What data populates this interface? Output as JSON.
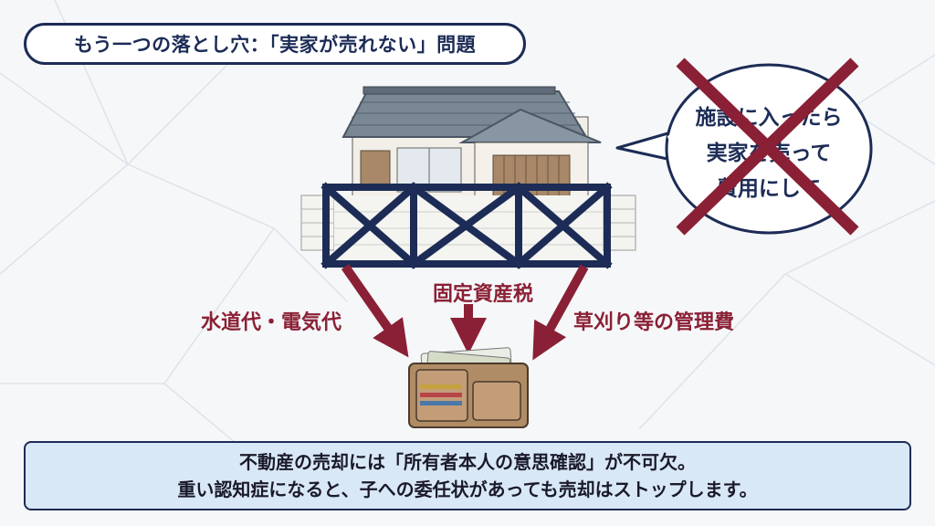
{
  "title": "もう一つの落とし穴：「実家が売れない」問題",
  "speech_bubble": {
    "lines": [
      "施設に入ったら",
      "実家を売って",
      "費用にして"
    ],
    "crossed_out": true
  },
  "costs": {
    "left": "水道代・電気代",
    "center": "固定資産税",
    "right": "草刈り等の管理費"
  },
  "info": {
    "line1": "不動産の売却には「所有者本人の意思確認」が不可欠。",
    "line2": "重い認知症になると、子への委任状があっても売却はストップします。"
  },
  "colors": {
    "navy": "#1c2c56",
    "maroon": "#8a2035",
    "info_bg": "#d9e8f6",
    "roof": "#7a8896",
    "wallet": "#b08c66"
  },
  "icons": [
    "house-icon",
    "locked-fence-icon",
    "wallet-icon",
    "cross-mark-icon",
    "arrow-down-icon"
  ]
}
